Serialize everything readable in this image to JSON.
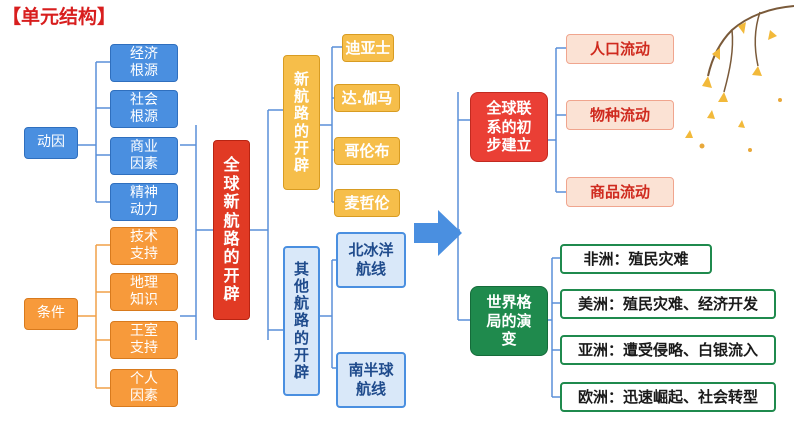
{
  "header": {
    "title": "【单元结构】"
  },
  "causes": {
    "label": "动因",
    "items": [
      {
        "text": "经济\n根源"
      },
      {
        "text": "社会\n根源"
      },
      {
        "text": "商业\n因素"
      },
      {
        "text": "精神\n动力"
      }
    ]
  },
  "conditions": {
    "label": "条件",
    "items": [
      {
        "text": "技术\n支持"
      },
      {
        "text": "地理\n知识"
      },
      {
        "text": "王室\n支持"
      },
      {
        "text": "个人\n因素"
      }
    ]
  },
  "center": {
    "label": "全\n球\n新\n航\n路\n的\n开\n辟"
  },
  "new_routes": {
    "label": "新\n航\n路\n的\n开\n辟",
    "explorers": [
      "迪亚士",
      "达.伽马",
      "哥伦布",
      "麦哲伦"
    ]
  },
  "other_routes": {
    "label": "其\n他\n航\n路\n的\n开\n辟",
    "items": [
      "北冰洋\n航线",
      "南半球\n航线"
    ]
  },
  "global_links": {
    "label": "全球联\n系的初\n步建立",
    "items": [
      "人口流动",
      "物种流动",
      "商品流动"
    ]
  },
  "world_pattern": {
    "label": "世界格\n局的演\n变",
    "items": [
      "非洲：殖民灾难",
      "美洲：殖民灾难、经济开发",
      "亚洲：遭受侵略、白银流入",
      "欧洲：迅速崛起、社会转型"
    ]
  },
  "colors": {
    "blue": "#4a8fe0",
    "orange": "#f79a3b",
    "red": "#e13a24",
    "yellow": "#f6be4a",
    "green": "#1f8a4d",
    "title": "#d81e1e"
  }
}
